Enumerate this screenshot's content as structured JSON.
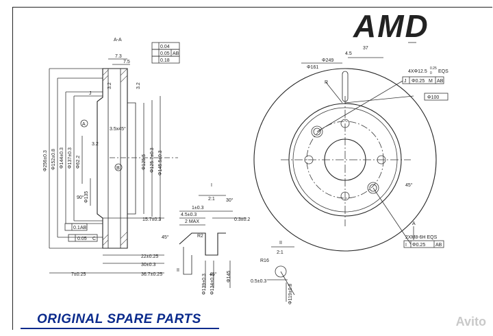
{
  "brand": {
    "logo_text": "AMD",
    "logo_color": "#0a2a8c",
    "banner": "ORIGINAL SPARE PARTS",
    "watermark": "Avito"
  },
  "section_view": {
    "section_label": "A-A",
    "tolerances": {
      "flat": "0.04",
      "parallel": "0.05",
      "parallel_ref": "AB",
      "runout": "0.18"
    },
    "dims": {
      "thick_73": "7.3",
      "r_75": "7.5",
      "hub_d256": "Φ256±0.3",
      "d152": "Φ152±0.8",
      "d144": "Φ144±0.3",
      "d1373": "Φ137±0.3",
      "d622": "Φ62.2",
      "d135": "Φ135",
      "chamfer": "3.5x45°",
      "d1255": "Φ125.5",
      "d1257": "Φ125.7±0.3",
      "d1455": "Φ145.5±0.3",
      "angle90": "90°",
      "ra32a": "3.2",
      "ra32b": "3.2",
      "ra32c": "3.2",
      "label_j": "J",
      "label_a": "A",
      "label_b": "B",
      "flat_ref": "0.1",
      "flat_ref_datum": "AB",
      "perp": "0.05",
      "perp_datum": "C",
      "d157": "15.7±0.3",
      "d22": "22±0.25",
      "d30": "30±0.3",
      "d7": "7±0.25",
      "d367": "36.7±0.25"
    }
  },
  "front_view": {
    "d249": "Φ249",
    "d161": "Φ161",
    "dim45": "4.5",
    "ang37": "37",
    "label_r": "R",
    "holes": "4XΦ12.5",
    "holes_tol": "0.25",
    "holes_tol2": "0",
    "holes_eqs": "EQS",
    "pos_tol": "Φ0.25",
    "pos_m": "M",
    "pos_datum": "AB",
    "pos_j": "J",
    "d100": "Φ100",
    "ang45": "45°",
    "thread": "2XM8-6H EQS",
    "thread_tol": "Φ0.25",
    "thread_datum": "AB",
    "label_i": "I",
    "arrow_a": "A"
  },
  "detail_view": {
    "title": "I",
    "scale": "2:1",
    "ang30": "30°",
    "d1": "1±0.3",
    "d45": "4.5±0.3",
    "max2": "2 MAX",
    "ang45": "45°",
    "r2": "R2",
    "d03": "0.3±0.2",
    "ang45b": "45°",
    "label_ii": "II",
    "d1390": "Φ139±0.3",
    "d1340": "Φ134±0.3",
    "d145": "Φ145"
  },
  "detail_view2": {
    "title": "II",
    "scale": "2:1",
    "r16": "R16",
    "d05": "0.5±0.3",
    "d119": "Φ119±0.8"
  }
}
